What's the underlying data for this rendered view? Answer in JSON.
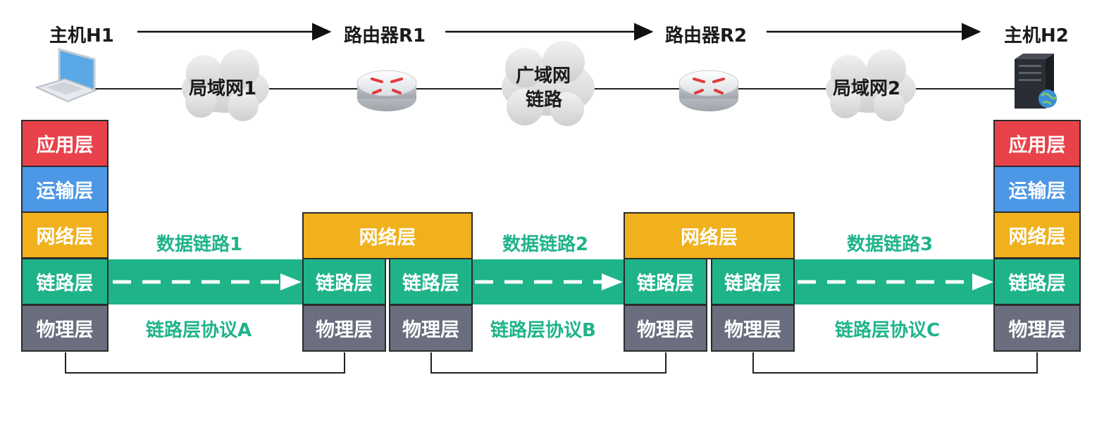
{
  "nodes": {
    "h1": "主机H1",
    "r1": "路由器R1",
    "r2": "路由器R2",
    "h2": "主机H2"
  },
  "clouds": {
    "lan1": "局域网1",
    "wan_line1": "广域网",
    "wan_line2": "链路",
    "lan2": "局域网2"
  },
  "layers": {
    "app": "应用层",
    "transport": "运输层",
    "network": "网络层",
    "link": "链路层",
    "physical": "物理层"
  },
  "links": {
    "link1": "数据链路1",
    "link2": "数据链路2",
    "link3": "数据链路3",
    "protocolA": "链路层协议A",
    "protocolB": "链路层协议B",
    "protocolC": "链路层协议C"
  },
  "colors": {
    "application": "#e8424a",
    "transport": "#4c97e6",
    "network": "#f0b11d",
    "link": "#1fb38a",
    "physical": "#6a6e7e"
  },
  "icons": {
    "h1": "laptop-icon",
    "r1": "router-icon",
    "r2": "router-icon",
    "h2": "server-icon",
    "networks": "cloud-icon"
  }
}
